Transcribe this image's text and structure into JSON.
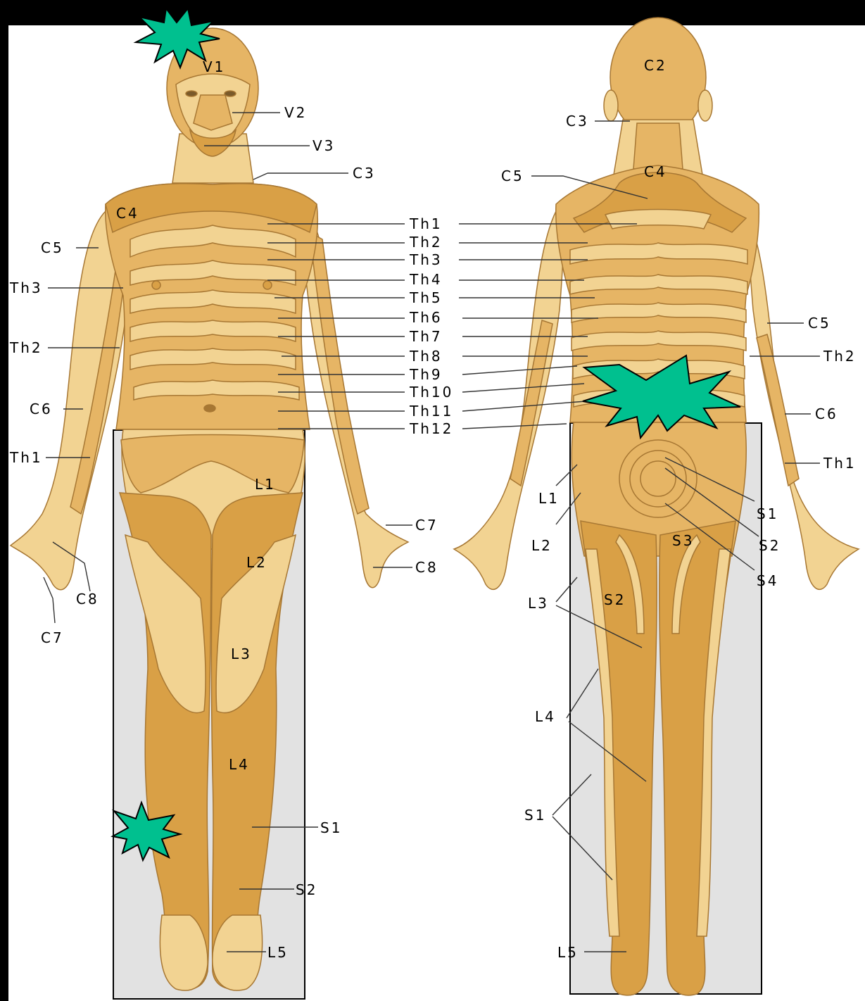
{
  "colors": {
    "background": "#000000",
    "panel": "#ffffff",
    "region_box": "#e2e2e2",
    "skin_light": "#f2d392",
    "skin_mid": "#e6b565",
    "skin_dark": "#d9a046",
    "outline": "#a77733",
    "starburst": "#00c08f"
  },
  "front": {
    "labels": {
      "v1": "V1",
      "v2": "V2",
      "v3": "V3",
      "c3": "C3",
      "c4": "C4",
      "c5": "C5",
      "th3": "Th3",
      "th2": "Th2",
      "c6": "C6",
      "th1": "Th1",
      "c8": "C8",
      "c7": "C7",
      "c7_hand": "C7",
      "c8_hand": "C8",
      "l1": "L1",
      "l2": "L2",
      "l3": "L3",
      "l4": "L4",
      "s1": "S1",
      "s2": "S2",
      "l5": "L5"
    }
  },
  "center_labels": [
    "Th1",
    "Th2",
    "Th3",
    "Th4",
    "Th5",
    "Th6",
    "Th7",
    "Th8",
    "Th9",
    "Th10",
    "Th11",
    "Th12"
  ],
  "back": {
    "labels": {
      "c2": "C2",
      "c3": "C3",
      "c4": "C4",
      "c5": "C5",
      "c5_arm": "C5",
      "th2": "Th2",
      "c6": "C6",
      "th1": "Th1",
      "s1": "S1",
      "s2": "S2",
      "s3": "S3",
      "s4": "S4",
      "l1": "L1",
      "l2": "L2",
      "l3": "L3",
      "s2_leg": "S2",
      "l4": "L4",
      "s1_leg": "S1",
      "l5": "L5"
    }
  },
  "markers": [
    "forehead-starburst",
    "lower-back-starburst",
    "shin-starburst"
  ]
}
